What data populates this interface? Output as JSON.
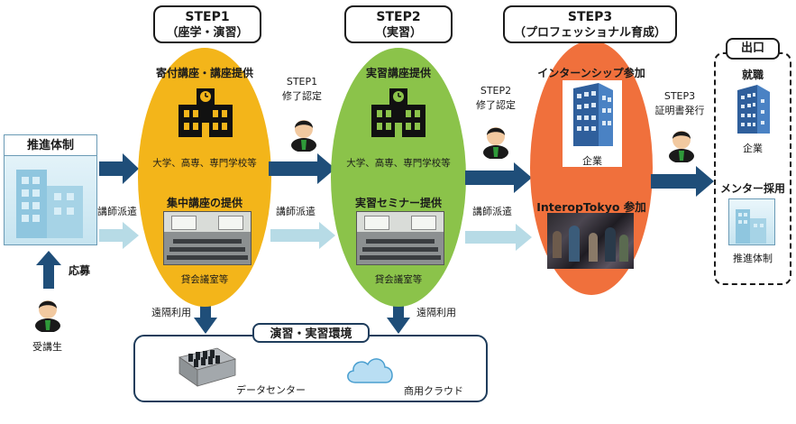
{
  "colors": {
    "step1": "#f3b51a",
    "step2": "#8bc34a",
    "step3": "#f0703c",
    "navy_arrow": "#1f4e79",
    "light_arrow": "#b7dbe6",
    "env_border": "#1f3d5c"
  },
  "left": {
    "box_title": "推進体制",
    "dispatch": "講師派遣",
    "apply": "応募",
    "student": "受講生"
  },
  "step1": {
    "title": "STEP1",
    "subtitle": "（座学・演習）",
    "top_label": "寄付講座・講座提供",
    "schools": "大学、高専、専門学校等",
    "mid_label": "集中講座の提供",
    "rooms": "貸会議室等",
    "remote": "遠隔利用"
  },
  "between12": {
    "line1": "STEP1",
    "line2": "修了認定",
    "dispatch": "講師派遣"
  },
  "step2": {
    "title": "STEP2",
    "subtitle": "（実習）",
    "top_label": "実習講座提供",
    "schools": "大学、高専、専門学校等",
    "mid_label": "実習セミナー提供",
    "rooms": "貸会議室等",
    "remote": "遠隔利用"
  },
  "between23": {
    "line1": "STEP2",
    "line2": "修了認定",
    "dispatch": "講師派遣"
  },
  "step3": {
    "title": "STEP3",
    "subtitle": "（プロフェッショナル育成）",
    "top_label": "インターンシップ参加",
    "company": "企業",
    "interop": "InteropTokyo 参加"
  },
  "between3exit": {
    "line1": "STEP3",
    "line2": "証明書発行"
  },
  "exit": {
    "title": "出口",
    "job": "就職",
    "company": "企業",
    "mentor": "メンター採用",
    "org": "推進体制"
  },
  "env": {
    "title": "演習・実習環境",
    "datacenter": "データセンター",
    "cloud": "商用クラウド"
  }
}
